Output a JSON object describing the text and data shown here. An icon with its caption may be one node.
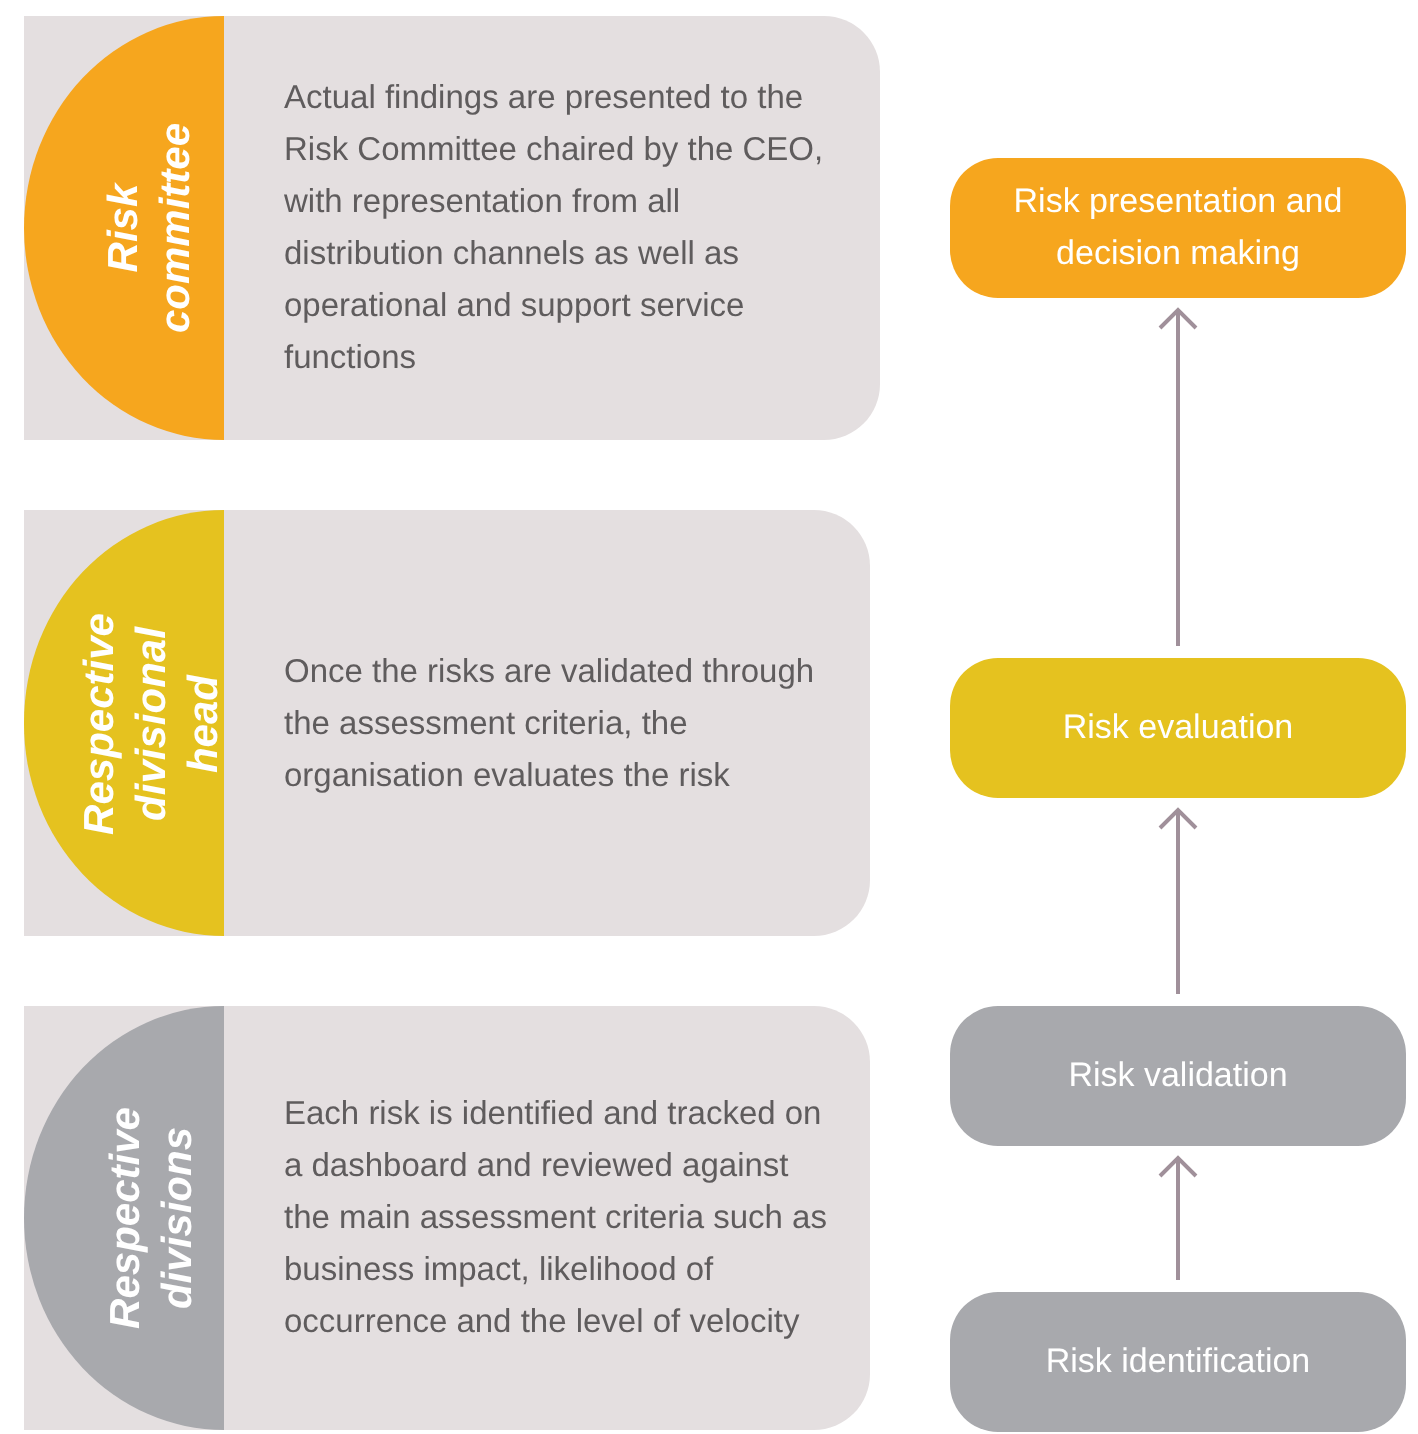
{
  "diagram": {
    "nodes": [
      {
        "text": [
          "Risk committee",
          "Actual findings are presented to the Risk Committee chaired by the CEO, with representation from all distribution channels as well as operational and support service functions"
        ]
      },
      {
        "text": [
          "Respective divisional head",
          "Once the risks are validated through the assessment criteria, the organisation evaluates the risk"
        ]
      },
      {
        "text": [
          "Respective divisions",
          "Each risk is identified and tracked on a dashboard and reviewed against the main assessment criteria such as business impact, likelihood of occurrence and the level of velocity"
        ]
      },
      {
        "text": [
          "Risk presentation and decision making"
        ]
      },
      {
        "text": [
          "Risk evaluation"
        ]
      },
      {
        "text": [
          "Risk validation"
        ]
      },
      {
        "text": [
          "Risk identification"
        ]
      }
    ],
    "edges": [
      {
        "from": 6,
        "to": 5,
        "arrow": "to"
      },
      {
        "from": 5,
        "to": 4,
        "arrow": "to"
      },
      {
        "from": 4,
        "to": 3,
        "arrow": "to"
      }
    ]
  }
}
